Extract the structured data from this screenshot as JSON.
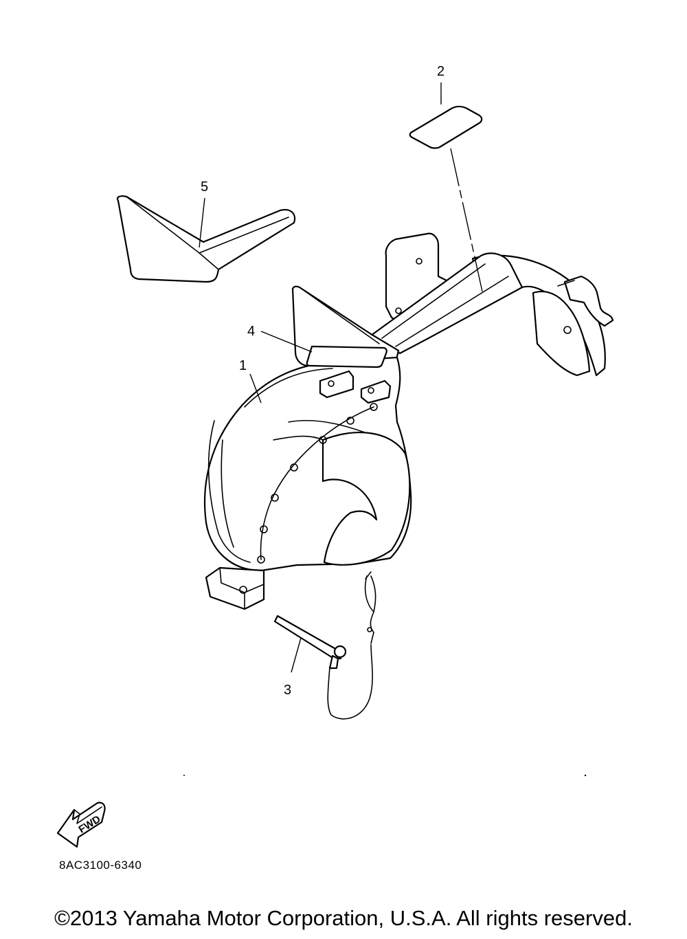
{
  "diagram": {
    "callouts": [
      {
        "id": "1",
        "label": "1"
      },
      {
        "id": "2",
        "label": "2"
      },
      {
        "id": "3",
        "label": "3"
      },
      {
        "id": "4",
        "label": "4"
      },
      {
        "id": "5",
        "label": "5"
      }
    ],
    "fwd_label": "FWD",
    "code": "8AC3100-6340"
  },
  "footer": {
    "copyright": "©2013 Yamaha Motor Corporation, U.S.A. All rights reserved."
  }
}
